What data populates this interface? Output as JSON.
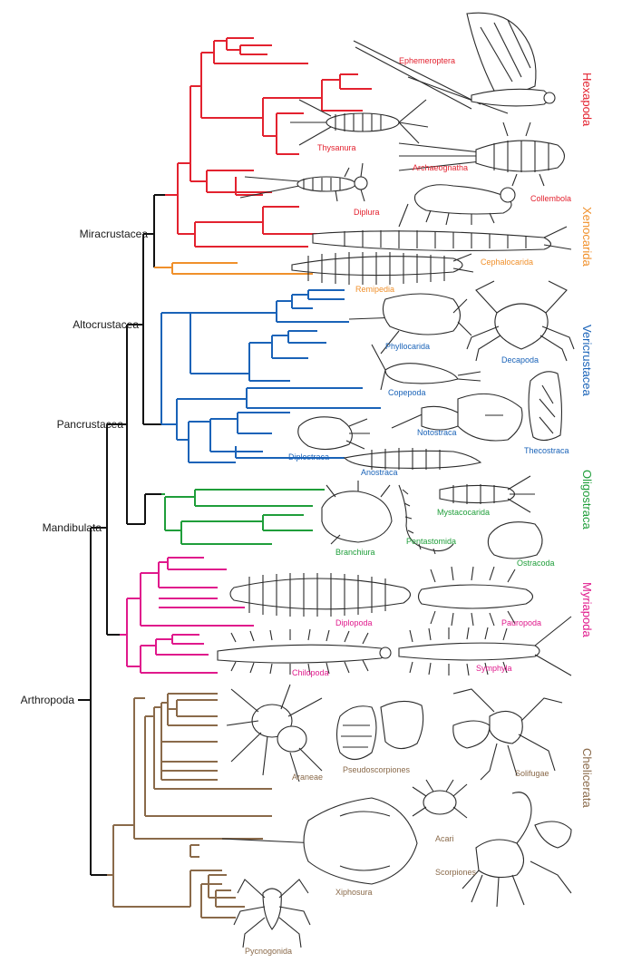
{
  "colors": {
    "hexapoda": "#e3222f",
    "xenocarida": "#f0902b",
    "vericrustacea": "#1a63b8",
    "oligostraca": "#1f9e3a",
    "myriapoda": "#e0198c",
    "chelicerata": "#8a6a4a",
    "backbone": "#111111"
  },
  "nodes": {
    "miracrustacea": "Miracrustacea",
    "altocrustacea": "Altocrustacea",
    "pancrustacea": "Pancrustacea",
    "mandibulata": "Mandibulata",
    "arthropoda": "Arthropoda"
  },
  "clades": {
    "hexapoda": "Hexapoda",
    "xenocarida": "Xenocarida",
    "vericrustacea": "Vericrustacea",
    "oligostraca": "Oligostraca",
    "myriapoda": "Myriapoda",
    "chelicerata": "Chelicerata"
  },
  "taxa": {
    "ephemeroptera": "Ephemeroptera",
    "thysanura": "Thysanura",
    "archaeognatha": "Archaeognatha",
    "collembola": "Collembola",
    "diplura": "Diplura",
    "cephalocarida": "Cephalocarida",
    "remipedia": "Remipedia",
    "phyllocarida": "Phyllocarida",
    "decapoda": "Decapoda",
    "copepoda": "Copepoda",
    "notostraca": "Notostraca",
    "thecostraca": "Thecostraca",
    "diplostraca": "Diplostraca",
    "anostraca": "Anostraca",
    "mystacocarida": "Mystacocarida",
    "pentastomida": "Pentastomida",
    "branchiura": "Branchiura",
    "ostracoda": "Ostracoda",
    "diplopoda": "Diplopoda",
    "pauropoda": "Pauropoda",
    "chilopoda": "Chilopoda",
    "symphyla": "Symphyla",
    "araneae": "Araneae",
    "pseudoscorpiones": "Pseudoscorpiones",
    "solifugae": "Solifugae",
    "acari": "Acari",
    "scorpiones": "Scorpiones",
    "xiphosura": "Xiphosura",
    "pycnogonida": "Pycnogonida"
  }
}
